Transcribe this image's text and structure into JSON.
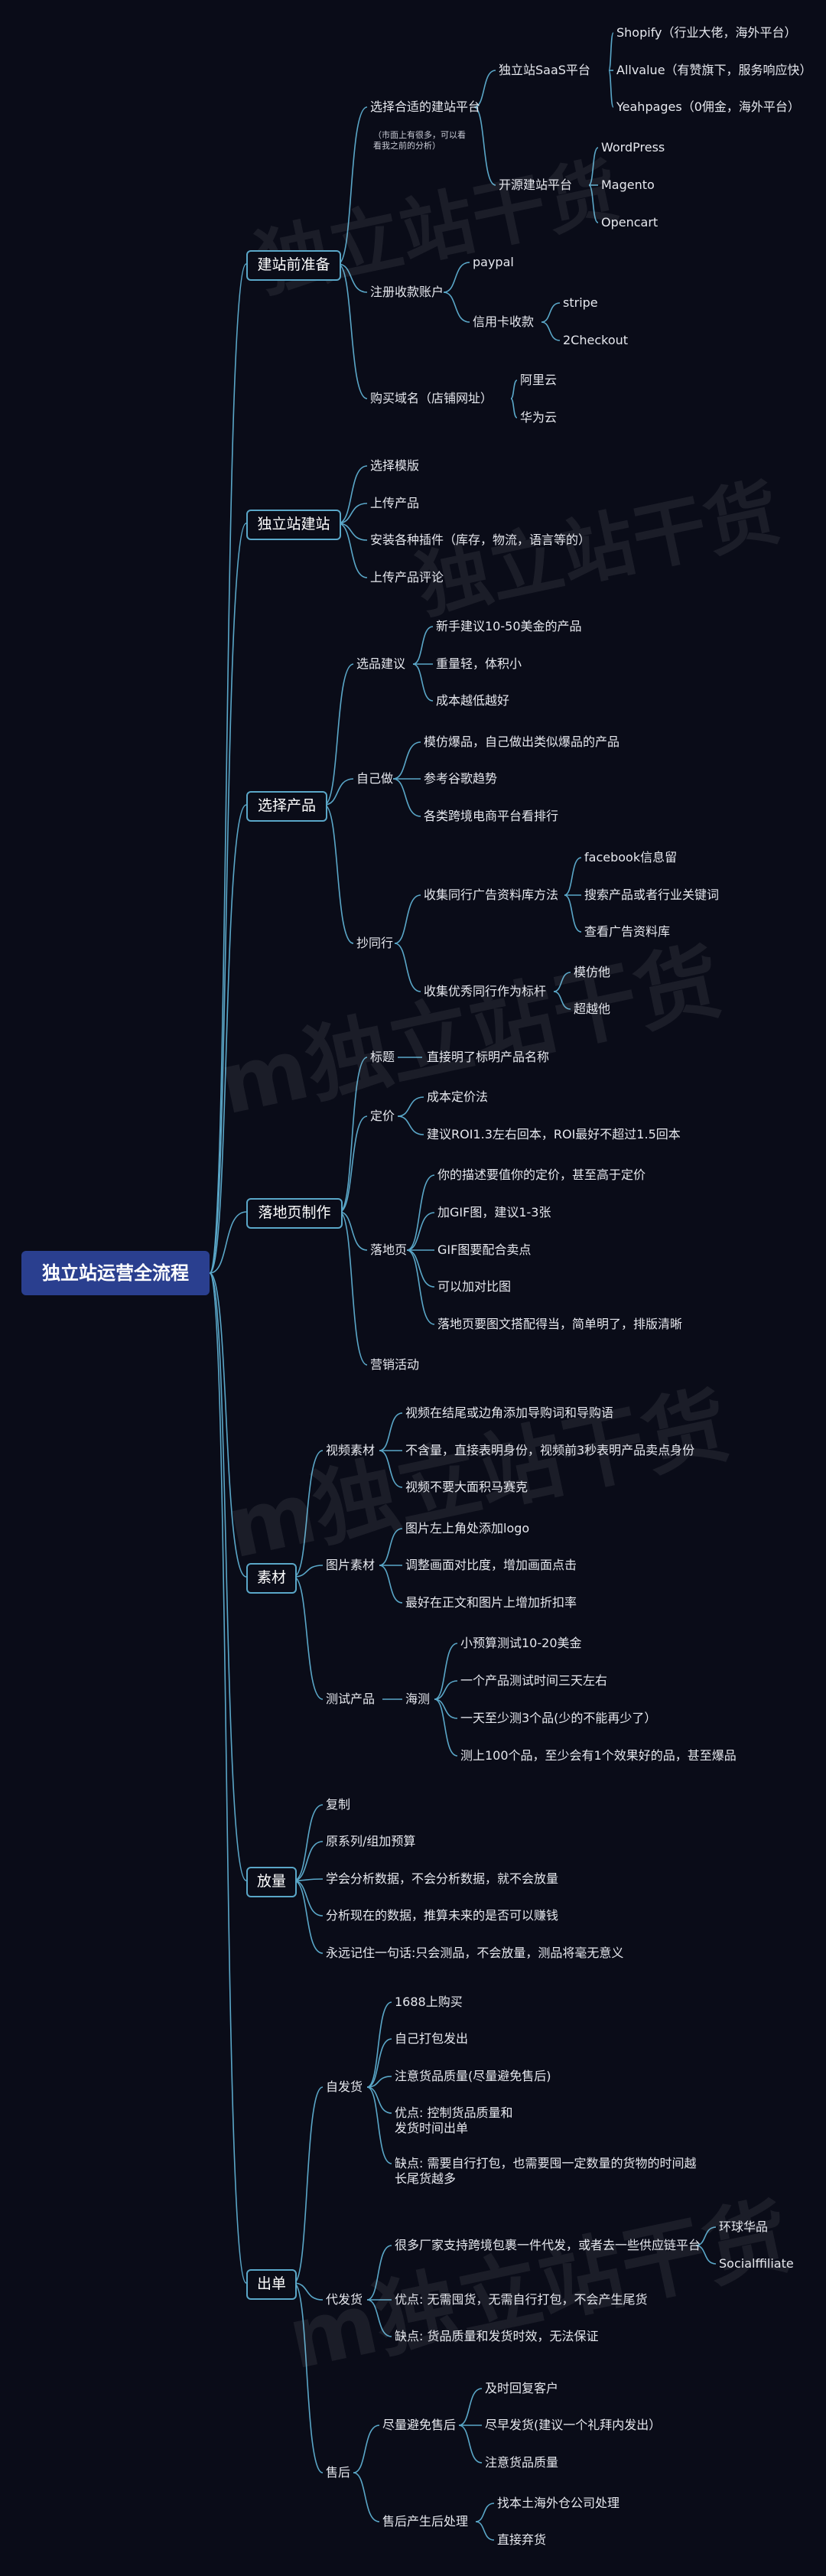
{
  "watermark": "独立站干货",
  "watermark_prefix": "m",
  "root": "独立站运营全流程",
  "sections": {
    "s1": "建站前准备",
    "s2": "独立站建站",
    "s3": "选择产品",
    "s4": "落地页制作",
    "s5": "素材",
    "s6": "放量",
    "s7": "出单"
  },
  "s1": {
    "a": "选择合适的建站平台",
    "a_note": "（市面上有很多，可以看看我之前的分析）",
    "a1": "独立站SaaS平台",
    "a1a": "Shopify（行业大佬，海外平台）",
    "a1b": "Allvalue（有赞旗下，服务响应快）",
    "a1c": "Yeahpages（0佣金，海外平台）",
    "a2": "开源建站平台",
    "a2a": "WordPress",
    "a2b": "Magento",
    "a2c": "Opencart",
    "b": "注册收款账户",
    "b1": "paypal",
    "b2": "信用卡收款",
    "b2a": "stripe",
    "b2b": "2Checkout",
    "c": "购买域名（店铺网址）",
    "c1": "阿里云",
    "c2": "华为云"
  },
  "s2": {
    "a": "选择模版",
    "b": "上传产品",
    "c": "安装各种插件（库存，物流，语言等的）",
    "d": "上传产品评论"
  },
  "s3": {
    "a": "选品建议",
    "a1": "新手建议10-50美金的产品",
    "a2": "重量轻，体积小",
    "a3": "成本越低越好",
    "b": "自己做",
    "b1": "模仿爆品，自己做出类似爆品的产品",
    "b2": "参考谷歌趋势",
    "b3": "各类跨境电商平台看排行",
    "c": "抄同行",
    "c1": "收集同行广告资料库方法",
    "c1a": "facebook信息留",
    "c1b": "搜索产品或者行业关键词",
    "c1c": "查看广告资料库",
    "c2": "收集优秀同行作为标杆",
    "c2a": "模仿他",
    "c2b": "超越他"
  },
  "s4": {
    "a": "标题",
    "a1": "直接明了标明产品名称",
    "b": "定价",
    "b1": "成本定价法",
    "b2": "建议ROI1.3左右回本，ROI最好不超过1.5回本",
    "c": "落地页",
    "c1": "你的描述要值你的定价，甚至高于定价",
    "c2": "加GIF图，建议1-3张",
    "c3": "GIF图要配合卖点",
    "c4": "可以加对比图",
    "c5": "落地页要图文搭配得当，简单明了，排版清晰",
    "d": "营销活动"
  },
  "s5": {
    "a": "视频素材",
    "a1": "视频在结尾或边角添加导购词和导购语",
    "a2": "不含量，直接表明身份，视频前3秒表明产品卖点身份",
    "a3": "视频不要大面积马赛克",
    "b": "图片素材",
    "b1": "图片左上角处添加logo",
    "b2": "调整画面对比度，增加画面点击",
    "b3": "最好在正文和图片上增加折扣率",
    "c": "测试产品",
    "c0": "海测",
    "c1": "小预算测试10-20美金",
    "c2": "一个产品测试时间三天左右",
    "c3": "一天至少测3个品(少的不能再少了）",
    "c4": "测上100个品，至少会有1个效果好的品，甚至爆品"
  },
  "s6": {
    "a": "复制",
    "b": "原系列/组加预算",
    "c": "学会分析数据，不会分析数据，就不会放量",
    "d": "分析现在的数据，推算未来的是否可以赚钱",
    "e": "永远记住一句话:只会测品，不会放量，测品将毫无意义"
  },
  "s7": {
    "a": "自发货",
    "a1": "1688上购买",
    "a2": "自己打包发出",
    "a3": "注意货品质量(尽量避免售后)",
    "a4": "优点: 控制货品质量和发货时间出单",
    "a5": "缺点: 需要自行打包，也需要囤一定数量的货物的时间越长尾货越多",
    "b": "代发货",
    "b1": "很多厂家支持跨境包裹一件代发，或者去一些供应链平台",
    "b1a": "环球华品",
    "b1b": "Socialffiliate",
    "b2": "优点: 无需囤货，无需自行打包，不会产生尾货",
    "b3": "缺点: 货品质量和发货时效，无法保证",
    "c": "售后",
    "c1": "尽量避免售后",
    "c1a": "及时回复客户",
    "c1b": "尽早发货(建议一个礼拜内发出）",
    "c1c": "注意货品质量",
    "c2": "售后产生后处理",
    "c2a": "找本土海外仓公司处理",
    "c2b": "直接弃货"
  },
  "colors": {
    "background": "#0a0c18",
    "line": "#5aa7c8",
    "root": "#2a3f8f",
    "text": "#e6e8ee"
  }
}
